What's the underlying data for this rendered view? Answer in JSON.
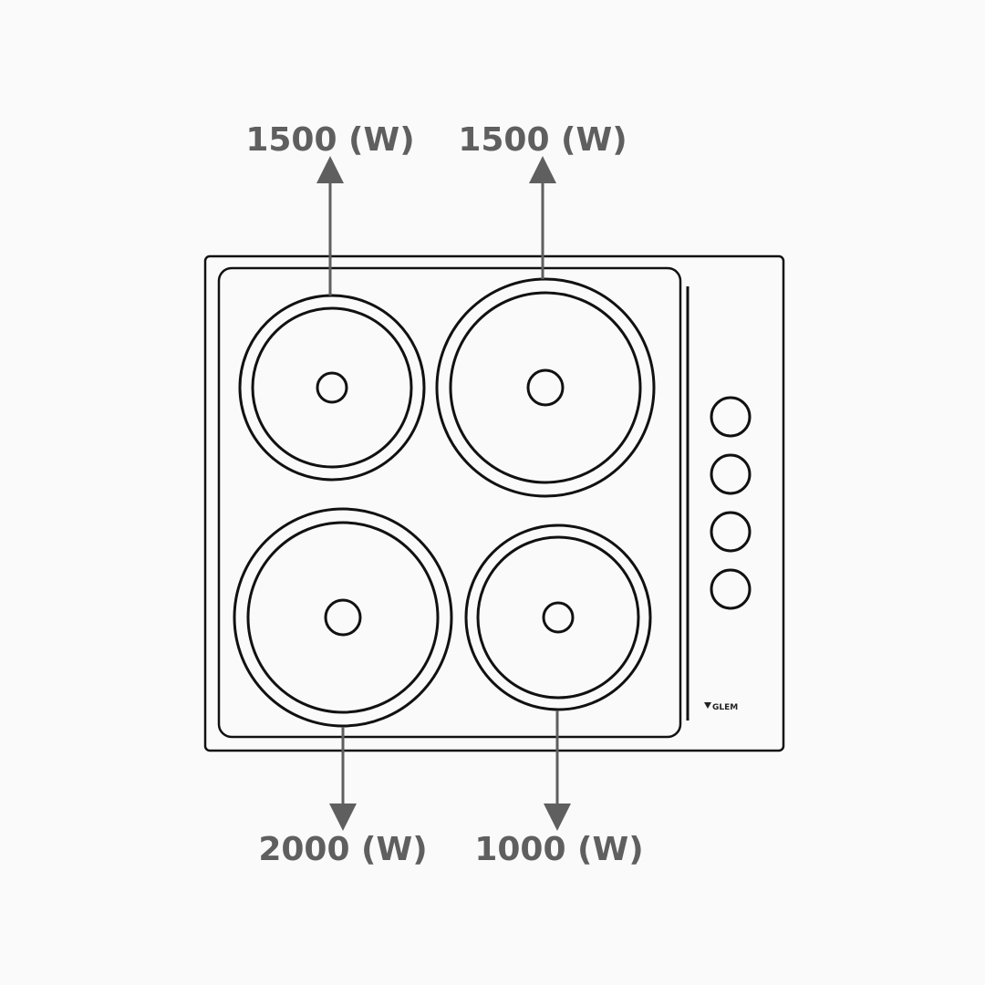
{
  "burners": [
    {
      "id": "top-left",
      "power_label": "1500 (W)"
    },
    {
      "id": "top-right",
      "power_label": "1500 (W)"
    },
    {
      "id": "bottom-left",
      "power_label": "2000 (W)"
    },
    {
      "id": "bottom-right",
      "power_label": "1000 (W)"
    }
  ],
  "control_knobs": {
    "count": 4,
    "icon": "knob-icon"
  },
  "brand": {
    "text": "GLEM",
    "icon": "brand-logo-icon"
  },
  "colors": {
    "background": "#fafafa",
    "line": "#111111",
    "arrow": "#5f5f5f",
    "label": "#5f5f5f"
  }
}
